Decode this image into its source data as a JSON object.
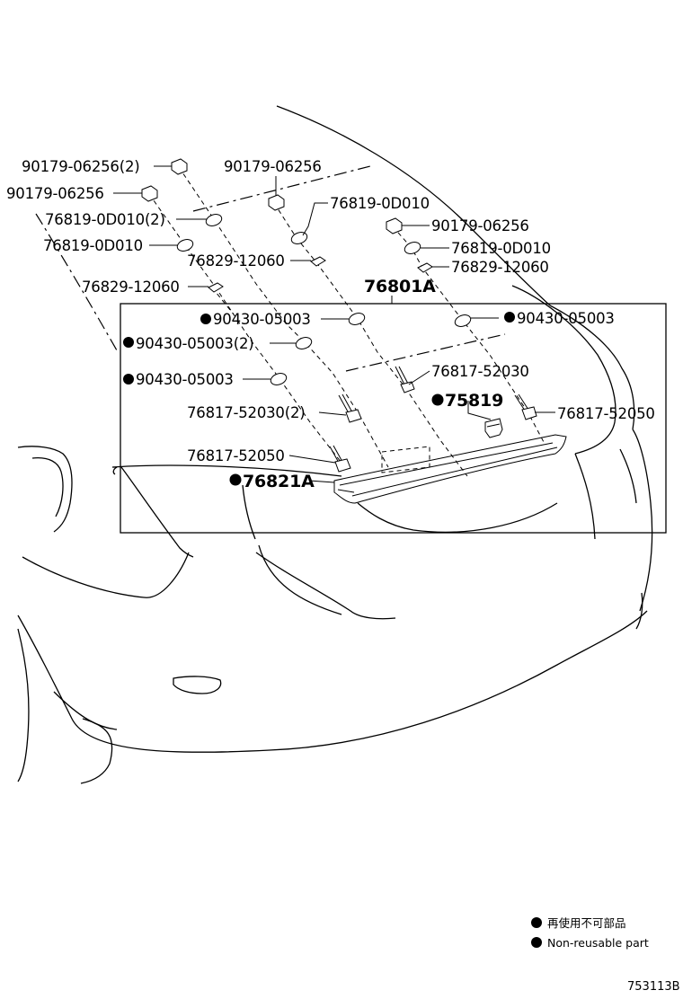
{
  "labels": {
    "l1": "90179-06256(2)",
    "l2": "90179-06256",
    "l3": "90179-06256",
    "l4": "76819-0D010(2)",
    "l5": "76819-0D010",
    "l6": "76829-12060",
    "l7": "90179-06256",
    "l8": "76819-0D010",
    "l9": "76829-12060",
    "l10": "76819-0D010",
    "l11": "76829-12060",
    "l12": "76801A",
    "l13": "90430-05003",
    "l14": "90430-05003",
    "l15": "90430-05003(2)",
    "l16": "90430-05003",
    "l17": "76817-52030",
    "l18": "75819",
    "l19": "76817-52030(2)",
    "l20": "76817-52050",
    "l21": "76817-52050",
    "l22": "76821A"
  },
  "legend": {
    "japanese": "再使用不可部品",
    "english": "Non-reusable part"
  },
  "diagram_code": "753113B"
}
